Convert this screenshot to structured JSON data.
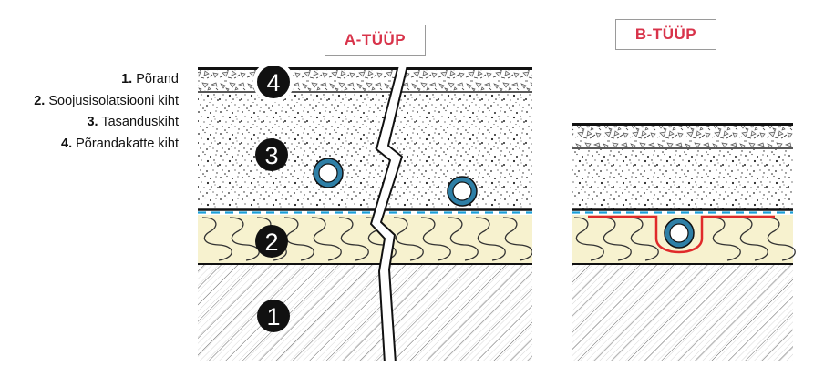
{
  "legend": [
    {
      "num": "1.",
      "text": "Põrand"
    },
    {
      "num": "2.",
      "text": "Soojusisolatsiooni kiht"
    },
    {
      "num": "3.",
      "text": "Tasanduskiht"
    },
    {
      "num": "4.",
      "text": "Põrandakatte kiht"
    }
  ],
  "type_a": {
    "title": "A-TÜÜP"
  },
  "type_b": {
    "title": "B-TÜÜP"
  },
  "markers": [
    "4",
    "3",
    "2",
    "1"
  ],
  "colors": {
    "title_red": "#d8334a",
    "pipe_blue": "#2e7fa6",
    "membrane_blue": "#1a9fd8",
    "insulation_fill": "#f7f2cf",
    "film_red": "#e02a2a"
  }
}
